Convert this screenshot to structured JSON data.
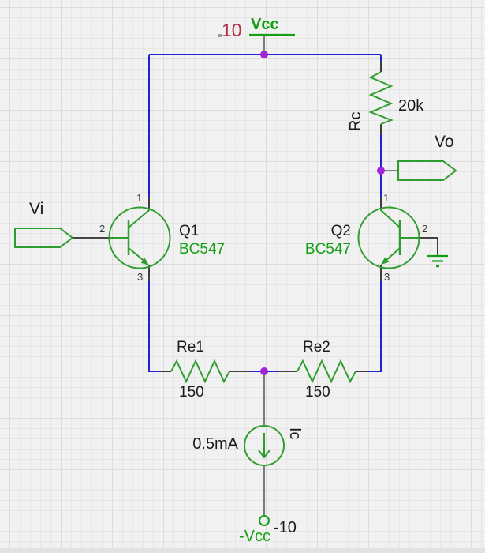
{
  "app": {
    "type": "circuit-schematic-canvas"
  },
  "colors": {
    "wire_blue": "#2222d2",
    "component_green": "#2f9e2f",
    "power_label_green": "#12a012",
    "junction_purple": "#a125d8",
    "value_red": "#b5304a",
    "text_black": "#1a1a1a",
    "lead_dark": "#2a2a2a",
    "wire_gray": "#6f6f6f",
    "background": "#f1f1f1"
  },
  "power_rail": {
    "label": "Vcc",
    "value": "10"
  },
  "neg_rail": {
    "label": "-Vcc",
    "value": "-10"
  },
  "ports": {
    "input_label": "Vi",
    "output_label": "Vo"
  },
  "transistors": {
    "q1": {
      "name": "Q1",
      "model": "BC547",
      "pin1": "1",
      "pin2": "2",
      "pin3": "3"
    },
    "q2": {
      "name": "Q2",
      "model": "BC547",
      "pin1": "1",
      "pin2": "2",
      "pin3": "3"
    }
  },
  "resistors": {
    "rc": {
      "name": "Rc",
      "value": "20k"
    },
    "re1": {
      "name": "Re1",
      "value": "150"
    },
    "re2": {
      "name": "Re2",
      "value": "150"
    }
  },
  "current_source": {
    "name": "Ic",
    "value": "0.5mA"
  }
}
